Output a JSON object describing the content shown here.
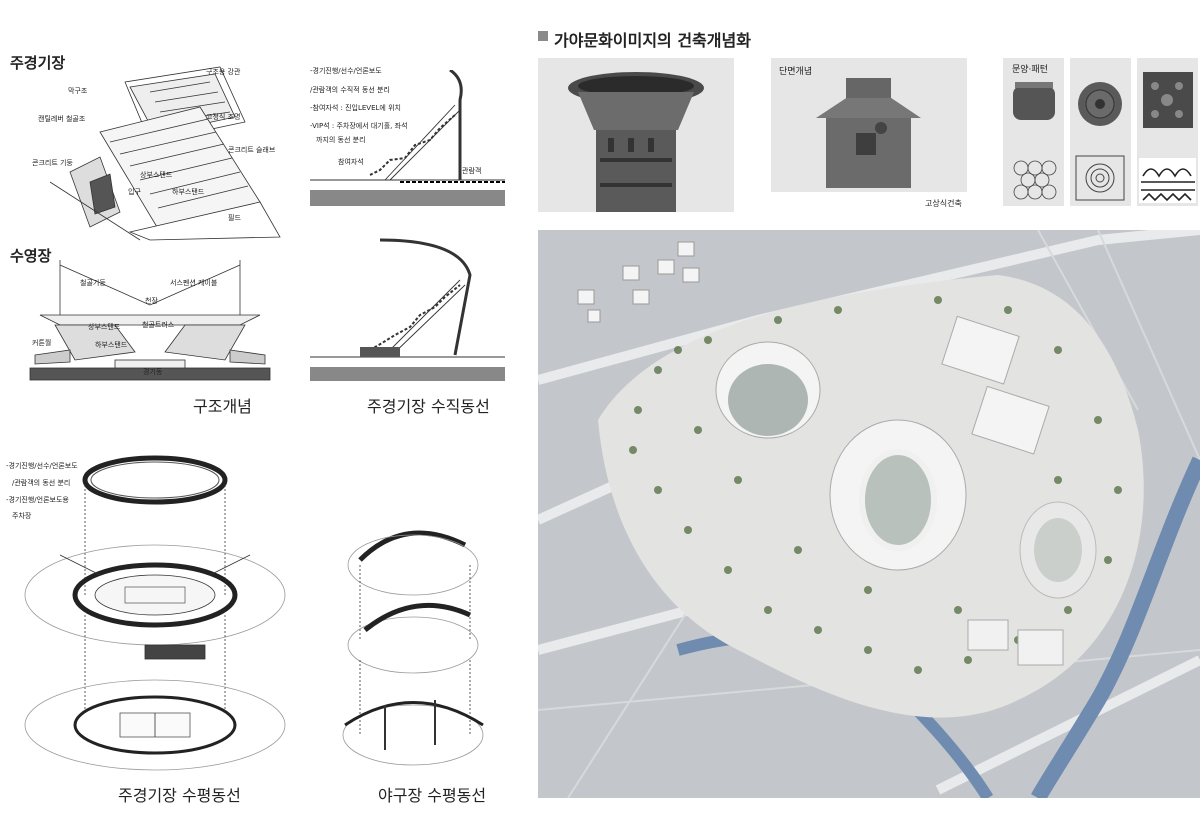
{
  "left": {
    "stadium_title": "주경기장",
    "stadium_labels": [
      "구조용 강관",
      "막구조",
      "고정식 조명",
      "캔틸레버 철골조",
      "콘크리트 슬래브",
      "콘크리트 기둥",
      "상부스탠드",
      "입구",
      "하부스탠드",
      "필드"
    ],
    "pool_title": "수영장",
    "pool_labels": [
      "철골기둥",
      "서스펜션 케이블",
      "천장",
      "철골트러스",
      "상부스탠드",
      "커튼월",
      "하부스탠드",
      "경기동"
    ],
    "caption_structure": "구조개념",
    "caption_vertical": "주경기장 수직동선",
    "vertical_notes": [
      "-경기진행/선수/언론보도",
      "/관람객의 수직적 동선 분리",
      "-참여자석 : 진입LEVEL에 위치",
      "-VIP석 : 주차장에서 대기홀, 좌석",
      "까지의 동선 분리"
    ],
    "vertical_labels": [
      "참여자석",
      "관람객"
    ],
    "horizontal_notes": [
      "-경기진행/선수/언론보도",
      "/관람객의 동선 분리",
      "-경기진행/언론보도용",
      "주차장"
    ],
    "caption_main_horizontal": "주경기장 수평동선",
    "caption_baseball_horizontal": "야구장 수평동선"
  },
  "right": {
    "title": "가야문화이미지의 건축개념화",
    "section_label": "단면개념",
    "pattern_label": "문양·패턴",
    "house_label": "고상식건축"
  },
  "colors": {
    "bullet": "#8a8a8a",
    "model_ground": "#c8ccd0",
    "river": "#6f8bb0",
    "trees": "#4f6b3d",
    "building": "#f4f4f4"
  }
}
